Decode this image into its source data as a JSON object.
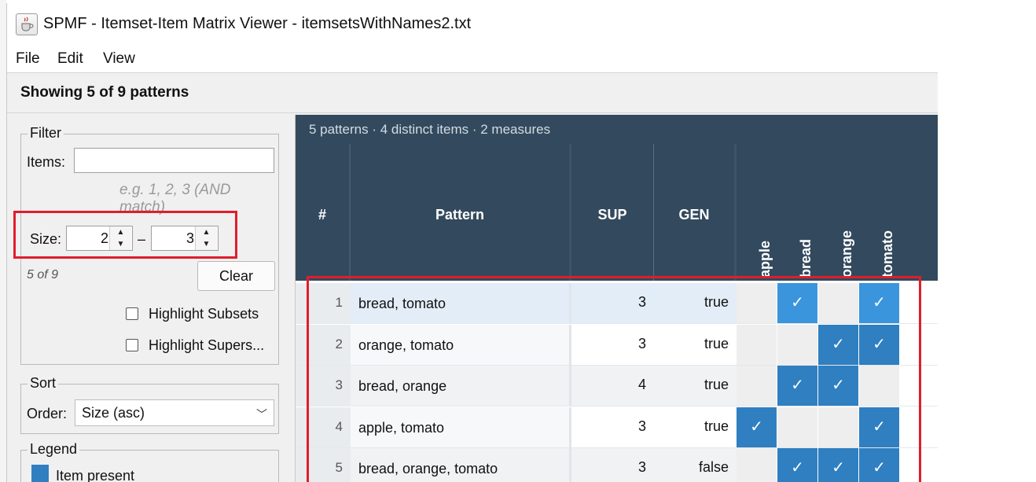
{
  "window": {
    "title": "SPMF - Itemset-Item Matrix Viewer - itemsetsWithNames2.txt"
  },
  "menu": [
    "File",
    "Edit",
    "View"
  ],
  "header": {
    "showing": "Showing 5 of 9 patterns"
  },
  "filter": {
    "legend": "Filter",
    "items_label": "Items:",
    "items_value": "",
    "items_hint_line1": "e.g. 1, 2, 3 (AND",
    "items_hint_line2": "match)",
    "size_label": "Size:",
    "size_min": "2",
    "size_dash": "–",
    "size_max": "3",
    "count_text": "5 of 9",
    "clear_label": "Clear",
    "highlight_subsets_label": "Highlight Subsets",
    "highlight_supersets_label": "Highlight Supers..."
  },
  "sort": {
    "legend": "Sort",
    "order_label": "Order:",
    "order_value": "Size (asc)"
  },
  "legend_box": {
    "legend": "Legend",
    "item_present_label": "Item present",
    "item_present_color": "#2f7fc1"
  },
  "table": {
    "stats": "5 patterns · 4 distinct items · 2 measures",
    "headers": {
      "num": "#",
      "pattern": "Pattern",
      "sup": "SUP",
      "gen": "GEN"
    },
    "items": [
      "apple",
      "bread",
      "orange",
      "tomato"
    ],
    "check_glyph": "✓",
    "rows": [
      {
        "num": "1",
        "pattern": "bread, tomato",
        "sup": "3",
        "gen": "true",
        "present": [
          false,
          true,
          false,
          true
        ]
      },
      {
        "num": "2",
        "pattern": "orange, tomato",
        "sup": "3",
        "gen": "true",
        "present": [
          false,
          false,
          true,
          true
        ]
      },
      {
        "num": "3",
        "pattern": "bread, orange",
        "sup": "4",
        "gen": "true",
        "present": [
          false,
          true,
          true,
          false
        ]
      },
      {
        "num": "4",
        "pattern": "apple, tomato",
        "sup": "3",
        "gen": "true",
        "present": [
          true,
          false,
          false,
          true
        ]
      },
      {
        "num": "5",
        "pattern": "bread, orange, tomato",
        "sup": "3",
        "gen": "false",
        "present": [
          false,
          true,
          true,
          true
        ]
      }
    ]
  },
  "colors": {
    "header_bg": "#334a5e",
    "item_on": "#2f7fc1",
    "item_on_selected": "#3a95dc",
    "highlight_red": "#e01e2a",
    "selected_row": "#e3edf7"
  }
}
